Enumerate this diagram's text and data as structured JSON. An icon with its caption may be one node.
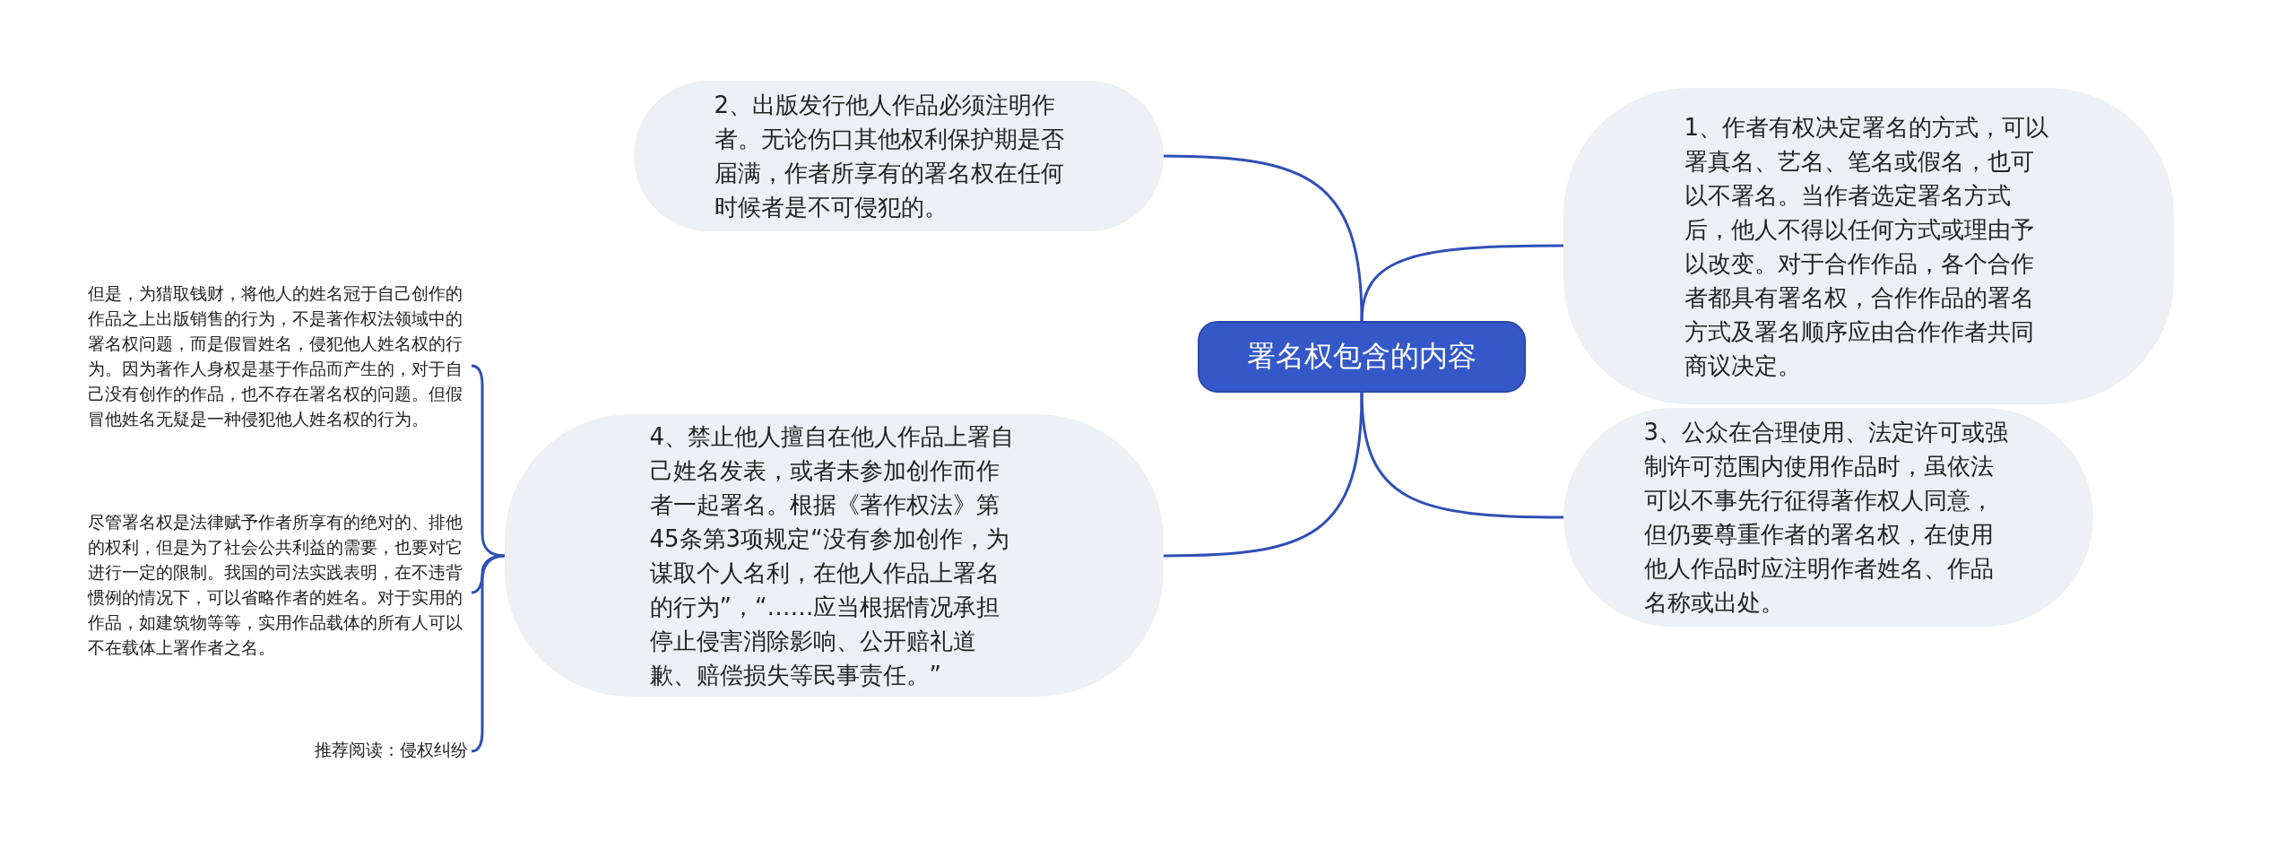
{
  "diagram": {
    "nodes": [
      {
        "text": [
          "署名权包含的内容"
        ]
      },
      {
        "text": [
          "1、作者有权决定署名的方式，可以署真名、艺名、笔名或假名，也可以不署名。当作者选定署名方式后，他人不得以任何方式或理由予以改变。对于合作作品，各个合作者都具有署名权，合作作品的署名方式及署名顺序应由合作作者共同商议决定。"
        ]
      },
      {
        "text": [
          "2、出版发行他人作品必须注明作者。无论伤口其他权利保护期是否届满，作者所享有的署名权在任何时候者是不可侵犯的。"
        ]
      },
      {
        "text": [
          "3、公众在合理使用、法定许可或强制许可范围内使用作品时，虽依法可以不事先行征得著作权人同意，但仍要尊重作者的署名权，在使用他人作品时应注明作者姓名、作品名称或出处。"
        ]
      },
      {
        "text": [
          "4、禁止他人擅自在他人作品上署自己姓名发表，或者未参加创作而作者一起署名。根据《著作权法》第45条第3项规定“没有参加创作，为谋取个人名利，在他人作品上署名的行为”，“……应当根据情况承担停止侵害消除影响、公开赔礼道歉、赔偿损失等民事责任。”"
        ]
      },
      {
        "text": [
          "但是，为猎取钱财，将他人的姓名冠于自己创作的作品之上出版销售的行为，不是著作权法领域中的署名权问题，而是假冒姓名，侵犯他人姓名权的行为。因为著作人身权是基于作品而产生的，对于自己没有创作的作品，也不存在署名权的问题。但假冒他姓名无疑是一种侵犯他人姓名权的行为。"
        ]
      },
      {
        "text": [
          "尽管署名权是法律赋予作者所享有的绝对的、排他的权利，但是为了社会公共利益的需要，也要对它进行一定的限制。我国的司法实践表明，在不违背惯例的情况下，可以省略作者的姓名。对于实用的作品，如建筑物等等，实用作品载体的所有人可以不在载体上署作者之名。"
        ]
      },
      {
        "text": [
          "推荐阅读：侵权纠纷"
        ]
      }
    ],
    "edges": [
      {
        "from": 0,
        "to": 1,
        "arrow": "none"
      },
      {
        "from": 0,
        "to": 2,
        "arrow": "none"
      },
      {
        "from": 0,
        "to": 3,
        "arrow": "none"
      },
      {
        "from": 0,
        "to": 4,
        "arrow": "none"
      },
      {
        "from": 4,
        "to": 5,
        "arrow": "none"
      },
      {
        "from": 4,
        "to": 6,
        "arrow": "none"
      },
      {
        "from": 4,
        "to": 7,
        "arrow": "none"
      }
    ]
  }
}
